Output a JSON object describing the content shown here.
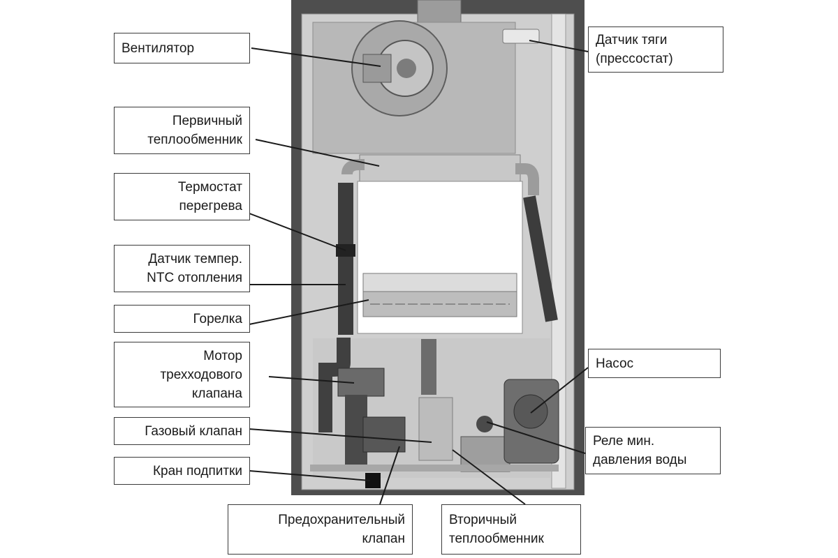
{
  "labels": {
    "fan": "Вентилятор",
    "draft_sensor": "Датчик тяги\n(прессостат)",
    "primary_exchanger": "Первичный\nтеплообменник",
    "overheat_thermostat": "Термостат\nперегрева",
    "ntc_sensor": "Датчик темпер.\nNTC отопления",
    "burner": "Горелка",
    "three_way_motor": "Мотор\nтрехходового\nклапана",
    "gas_valve": "Газовый клапан",
    "fill_tap": "Кран подпитки",
    "safety_valve": "Предохранительный\nклапан",
    "secondary_exchanger": "Вторичный\nтеплообменник",
    "pump": "Насос",
    "min_pressure_relay": "Реле мин.\nдавления воды"
  },
  "colors": {
    "housing": "#d4d4d4",
    "frame": "#5a5a5a",
    "pipe": "#3a3a3a",
    "chamber": "#ffffff",
    "label_border": "#3a3a3a",
    "leader": "#1a1a1a"
  }
}
